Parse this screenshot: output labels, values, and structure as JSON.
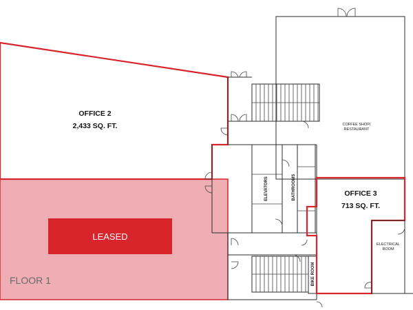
{
  "office2": {
    "name": "OFFICE 2",
    "area": "2,433 SQ. FT."
  },
  "office3": {
    "name": "OFFICE 3",
    "area": "713 SQ. FT."
  },
  "leased_label": "LEASED",
  "floor_label": "FLOOR 1",
  "coffee_shop": {
    "line1": "COFFEE SHOP/",
    "line2": "RESTAURANT"
  },
  "electrical": {
    "line1": "ELECTRICAL",
    "line2": "ROOM"
  },
  "elevators": "ELEVATORS",
  "bathrooms": "BATHROOMS",
  "bike_room": "BIKE ROOM",
  "colors": {
    "outline_red": "#d8242b",
    "leased_fill": "#eeaeb3",
    "leased_badge": "#d8242b",
    "walls": "#2b2b2b"
  }
}
